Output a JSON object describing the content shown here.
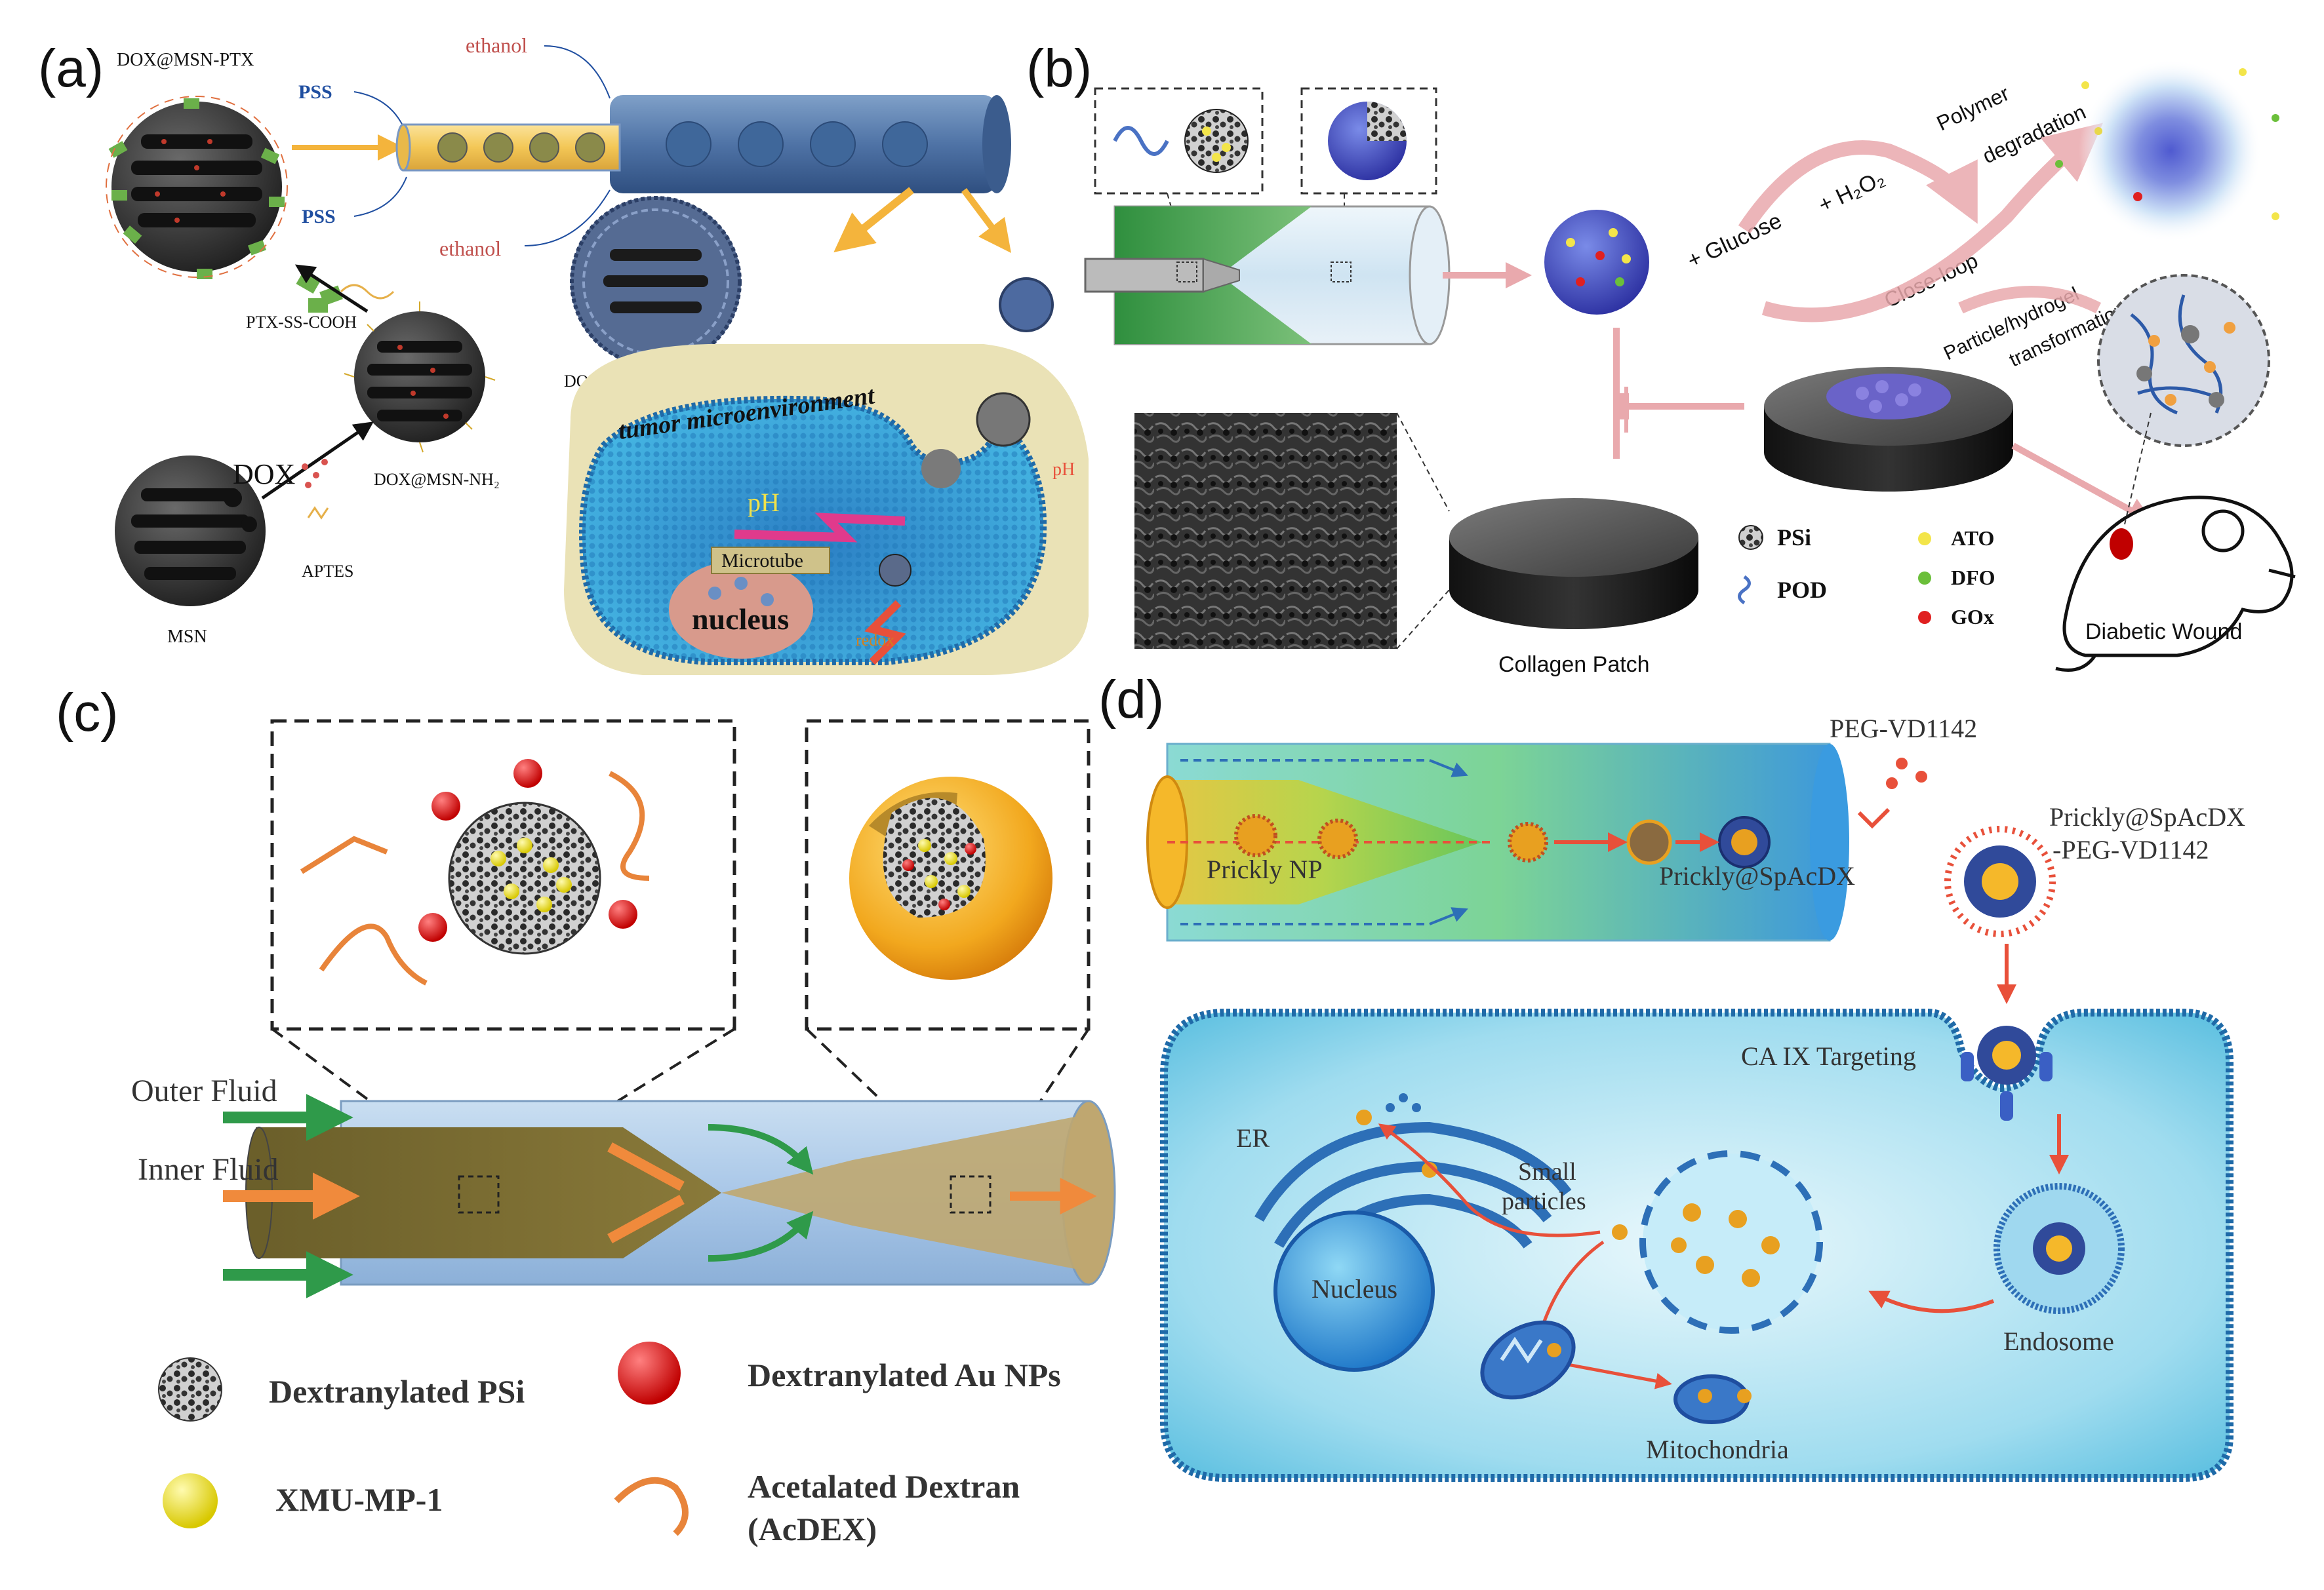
{
  "colors": {
    "orange_arrow": "#f4b43c",
    "red_arrow": "#e8503a",
    "pink_arrow": "#e9a9ad",
    "tube_blue": "#5a7fb0",
    "tube_yellow": "#f5cf6a",
    "cell_blue": "#37a9d6",
    "cell_bg": "#eae2b6",
    "green_fluid": "#2f9a4a",
    "core_gray": "#3d3d3d",
    "gold": "#f2b21c",
    "label_red": "#c0504d",
    "label_blue": "#1f4ea0"
  },
  "panel_a": {
    "letter": "(a)",
    "dox_msn_ptx": "DOX@MSN-PTX",
    "pss_top": "PSS",
    "pss_bottom": "PSS",
    "ethanol_top": "ethanol",
    "ethanol_bottom": "ethanol",
    "ptx_ss_cooh": "PTX-SS-COOH",
    "dox_msn_ptx_pss": "DOX@MSN-PTX@PSS",
    "dox": "DOX",
    "dox_msn_nh2": "DOX@MSN-NH₂",
    "aptes": "APTES",
    "msn": "MSN",
    "tumor_env": "tumor microenvironment",
    "ph_cell": "pH",
    "ph_outside": "pH",
    "microtube": "Microtube",
    "nucleus": "nucleus",
    "redox": "redox"
  },
  "panel_b": {
    "letter": "(b)",
    "polymer_degradation_1": "Polymer",
    "polymer_degradation_2": "degradation",
    "h2o2": "+ H₂O₂",
    "glucose": "+ Glucose",
    "close_loop": "Close-loop",
    "transformation_1": "Particle/hydrogel",
    "transformation_2": "transformation",
    "collagen_patch": "Collagen Patch",
    "diabetic_wound": "Diabetic Wound",
    "legend": [
      {
        "icon": "psi-particle-icon",
        "label": "PSi"
      },
      {
        "icon": "pod-chain-icon",
        "label": "POD"
      },
      {
        "icon": "ato-dot-icon",
        "label": "ATO"
      },
      {
        "icon": "dfo-dot-icon",
        "label": "DFO"
      },
      {
        "icon": "gox-dot-icon",
        "label": "GOx"
      }
    ]
  },
  "panel_c": {
    "letter": "(c)",
    "outer_fluid": "Outer Fluid",
    "inner_fluid": "Inner Fluid",
    "legend": [
      {
        "icon": "dextranylated-psi-icon",
        "label": "Dextranylated PSi"
      },
      {
        "icon": "dextranylated-au-np-icon",
        "label": "Dextranylated Au NPs"
      },
      {
        "icon": "xmu-mp-1-icon",
        "label": "XMU-MP-1"
      },
      {
        "icon": "acdex-strand-icon",
        "label": "Acetalated Dextran"
      }
    ],
    "acdex_abbrev": "(AcDEX)"
  },
  "panel_d": {
    "letter": "(d)",
    "peg_vd1142": "PEG-VD1142",
    "prickly_np": "Prickly NP",
    "prickly_spacdx": "Prickly@SpAcDX",
    "product_1": "Prickly@SpAcDX",
    "product_2": "-PEG-VD1142",
    "ca_ix": "CA IX Targeting",
    "er": "ER",
    "small_particles_1": "Small",
    "small_particles_2": "particles",
    "nucleus": "Nucleus",
    "endosome": "Endosome",
    "mitochondria": "Mitochondria"
  }
}
